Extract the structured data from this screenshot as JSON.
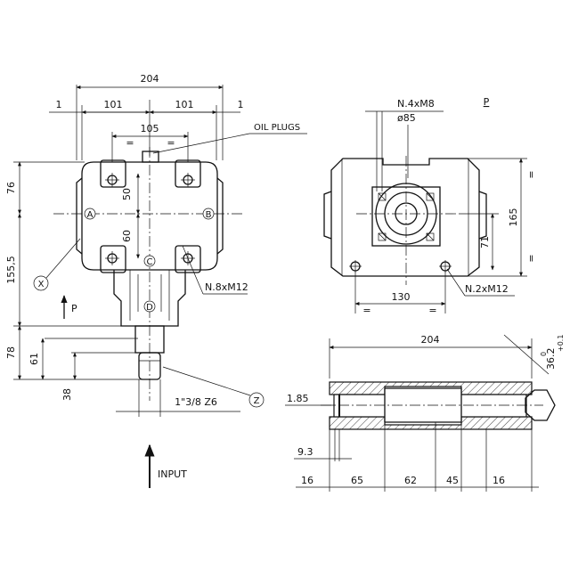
{
  "front_view": {
    "dim_overall_width": "204",
    "dim_left_gap": "1",
    "dim_right_gap": "1",
    "dim_half_left": "101",
    "dim_half_right": "101",
    "dim_bolt_span": "105",
    "eq_left": "=",
    "eq_right": "=",
    "callout_oil_plugs": "OIL PLUGS",
    "dim_upper_offset": "50",
    "dim_lower_offset": "60",
    "dim_top_height": "76",
    "dim_body_height": "155,5",
    "dim_shaft_length": "78",
    "dim_shaft_step": "61",
    "dim_shaft_end": "38",
    "dim_spline": "1\"3/8  Z6",
    "callout_bolts": "N.8xM12",
    "view_arrow_label": "P",
    "input_label": "INPUT",
    "shaft_a": "A",
    "shaft_b": "B",
    "shaft_c": "C",
    "shaft_d": "D",
    "shaft_x": "X",
    "shaft_z": "Z"
  },
  "side_view": {
    "view_label": "P",
    "callout_flange_bolts": "N.4xM8",
    "callout_bore": "ø85",
    "dim_height": "165",
    "dim_center_height": "71",
    "dim_foot_span": "130",
    "callout_foot_bolts": "N.2xM12",
    "eq_top": "=",
    "eq_bottom": "=",
    "eq_left": "=",
    "eq_right": "="
  },
  "section_view": {
    "dim_length": "204",
    "dim_bore": "1.85",
    "dim_groove": "9.3",
    "seg_1": "16",
    "seg_2": "65",
    "seg_3": "62",
    "seg_4": "45",
    "seg_5": "16",
    "dim_hex": "36.2",
    "tol_upper": "+0.1",
    "tol_lower": "0"
  }
}
